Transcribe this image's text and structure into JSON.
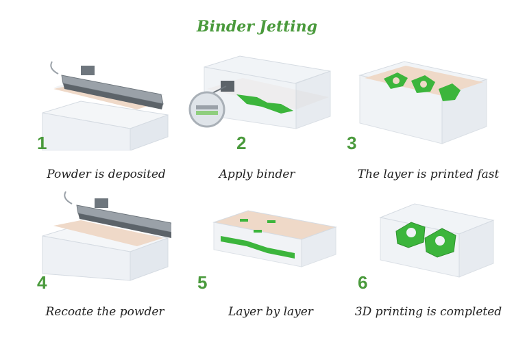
{
  "title": "Binder Jetting",
  "steps": [
    {
      "number": "1",
      "caption": "Powder is deposited"
    },
    {
      "number": "2",
      "caption": "Apply binder"
    },
    {
      "number": "3",
      "caption": "The layer is printed fast"
    },
    {
      "number": "4",
      "caption": "Recoate the powder"
    },
    {
      "number": "5",
      "caption": "Layer by layer"
    },
    {
      "number": "6",
      "caption": "3D printing is completed"
    }
  ],
  "colors": {
    "accent_green": "#4a9a3c",
    "part_green": "#3cb53c",
    "powder": "#efd9c8",
    "box": "#eef1f5"
  }
}
